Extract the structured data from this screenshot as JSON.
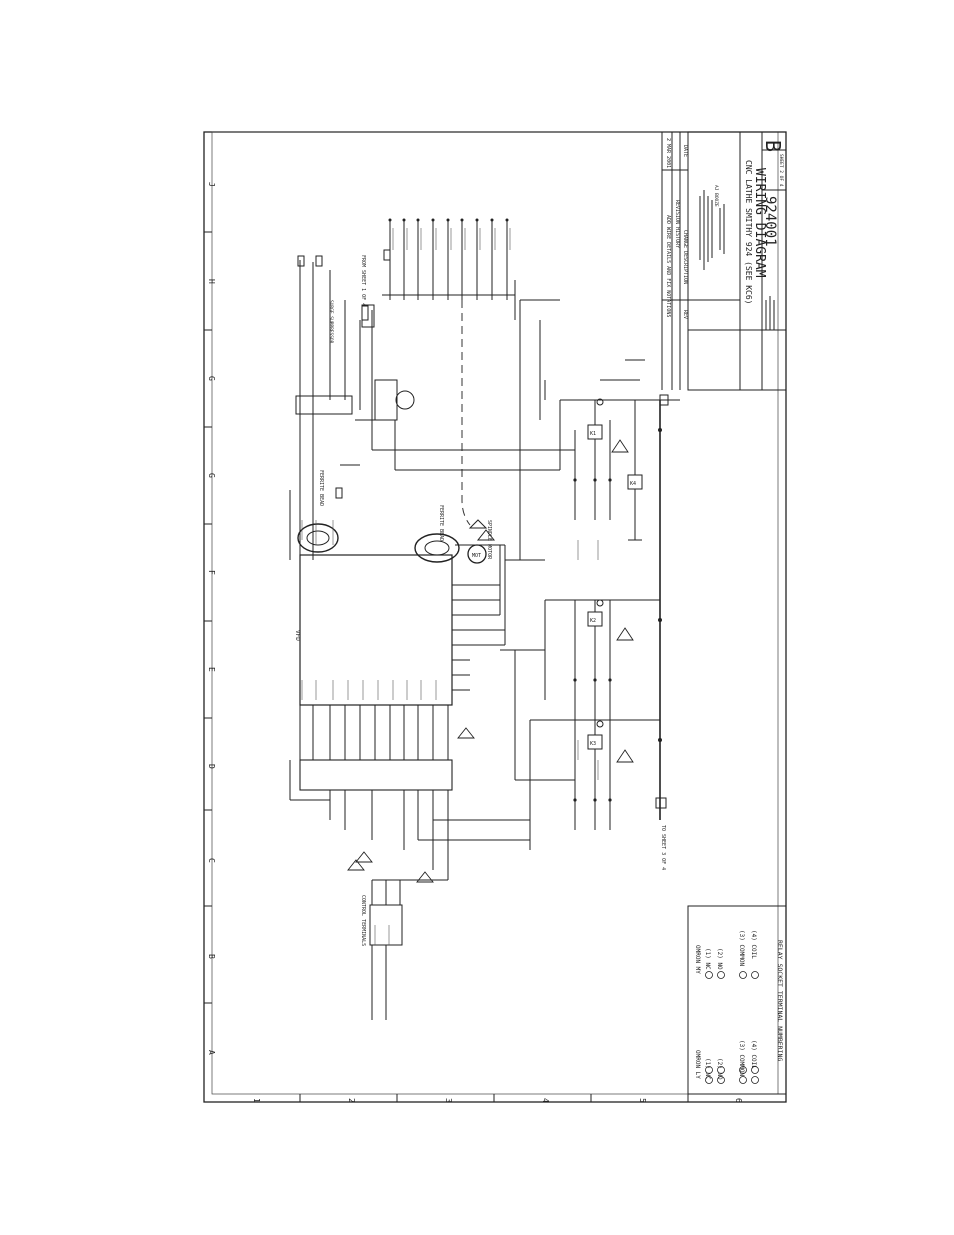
{
  "title_block": {
    "title_line1": "CNC LATHE SMITHY 924 (SEE KC6)",
    "title_line2": "WIRING DIAGRAM",
    "drawing_number": "924001",
    "revision": "B",
    "rev_desc": "ADD WIRE DETAILS AND FIX NOTATIONS",
    "rev_date": "2 MAR 2001",
    "revision_history_label": "REVISION HISTORY",
    "rev_col_header": "REV",
    "desc_col_header": "CHANGE DESCRIPTION",
    "date_col_header": "DATE",
    "sheet": "SHEET 2 OF 4",
    "drawn_by": "AJ BOOZE"
  },
  "border": {
    "row_letters": [
      "A",
      "B",
      "C",
      "D",
      "E",
      "F",
      "G",
      "H",
      "J"
    ],
    "col_numbers": [
      "1",
      "2",
      "3",
      "4",
      "5",
      "6"
    ]
  },
  "components": {
    "ferrite_bead_1": "FERRITE BEAD",
    "ferrite_bead_2": "FERRITE BEAD",
    "spindle_motor": "SPINDLE MOTOR",
    "motor_mark": "MOT",
    "vfd_label": "VFD",
    "terminal_strip": "CONTROL TERMINALS",
    "from_sheet": "FROM SHEET 1 OF 4",
    "to_sheet": "TO SHEET 3 OF 4",
    "surge_suppressor": "SURGE SUPPRESSOR",
    "relays": [
      "K1",
      "K2",
      "K3",
      "K4"
    ]
  },
  "relay_legend": {
    "title": "RELAY SOCKET TERMINAL NUMBERING",
    "left_heading": "OMRON LY",
    "right_heading": "OMRON MY",
    "left_items": [
      "(1) NC",
      "(2) NO",
      "(3) COMMON",
      "(4) COIL"
    ],
    "right_items": [
      "(1) NC",
      "(2) NO",
      "(3) COMMON",
      "(4) COIL"
    ]
  }
}
